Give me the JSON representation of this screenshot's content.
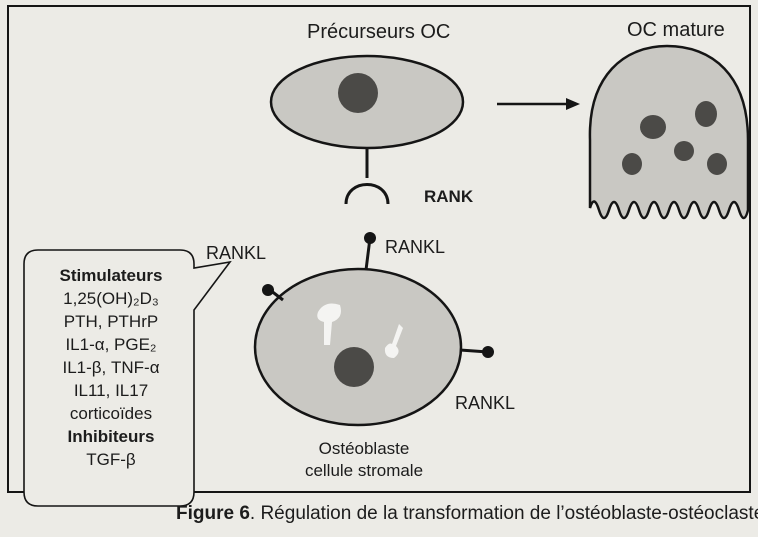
{
  "labels": {
    "precursor": "Précurseurs OC",
    "mature": "OC mature",
    "rank": "RANK",
    "rankl": "RANKL",
    "osteoblast_line1": "Ostéoblaste",
    "osteoblast_line2": "cellule stromale"
  },
  "regulators": {
    "stimulators_heading": "Stimulateurs",
    "stimulators": [
      "1,25(OH)₂D₃",
      "PTH, PTHrP",
      "IL1-α, PGE₂",
      "IL1-β, TNF-α",
      "IL11, IL17",
      "corticoïdes"
    ],
    "inhibitors_heading": "Inhibiteurs",
    "inhibitors": [
      "TGF-β"
    ]
  },
  "caption": {
    "figure_label": "Figure 6",
    "text": ". Régulation de la transformation de l’ostéoblaste-ostéoclaste"
  },
  "colors": {
    "background": "#ecebe6",
    "cell_fill": "#c9c8c3",
    "nucleus": "#4b4a47",
    "line": "#151515"
  }
}
